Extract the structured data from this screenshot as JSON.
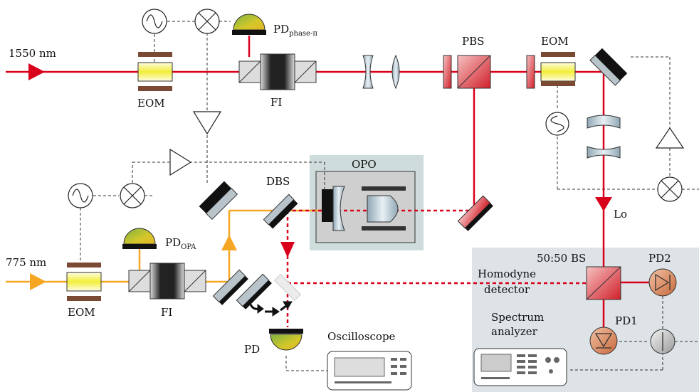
{
  "labels": {
    "laser_1550": "1550 nm",
    "laser_775": "775 nm",
    "eom_top": "EOM",
    "eom_bottom": "EOM",
    "eom_right": "EOM",
    "fi_top": "FI",
    "fi_bottom": "FI",
    "pd_phase_main": "PD",
    "pd_phase_sub": "phase-π",
    "pd_opa_main": "PD",
    "pd_opa_sub": "OPA",
    "pbs": "PBS",
    "opo": "OPO",
    "dbs": "DBS",
    "lo": "Lo",
    "bs": "50:50 BS",
    "pd1": "PD1",
    "pd2": "PD2",
    "homodyne_1": "Homodyne",
    "homodyne_2": "detector",
    "spectrum_1": "Spectrum",
    "spectrum_2": "analyzer",
    "pd": "PD",
    "oscilloscope": "Oscilloscope"
  },
  "colors": {
    "beam_1550": "#d9001b",
    "beam_775": "#f5a623",
    "panel": "#dde3e6",
    "opo_box": "#cfdcdc"
  }
}
